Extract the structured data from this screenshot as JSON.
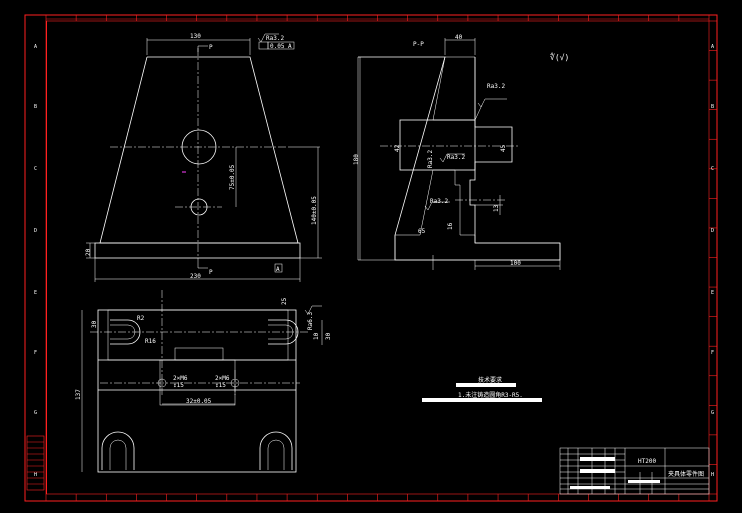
{
  "colors": {
    "background": "#000000",
    "frame": "#ff2020",
    "lines": "#ffffff"
  },
  "zones_left": [
    "A",
    "B",
    "C",
    "D",
    "E",
    "F",
    "G",
    "H"
  ],
  "zones_right": [
    "A",
    "B",
    "C",
    "D",
    "E",
    "F",
    "G",
    "H"
  ],
  "top_view": {
    "dim_top_width": "130",
    "section_mark": "P",
    "roughness": "Ra3.2",
    "tolerance": "0.05 A",
    "dim_height_offset": "75±0.05",
    "dim_total_height": "140±0.05",
    "dim_base_thickness": "20",
    "dim_base_width": "230",
    "datum_label": "A"
  },
  "section_view": {
    "title": "P-P",
    "dim_top": "40",
    "dim_height": "180",
    "roughness_1": "Ra3.2",
    "roughness_2": "Ra3.2",
    "roughness_3": "Ra3.2",
    "roughness_4": "Ra3.2",
    "dim_bore_1": "42",
    "dim_bore_2": "45",
    "dim_step": "13",
    "dim_slot": "16",
    "dim_base_small": "65",
    "dim_base": "100",
    "general_roughness": "∜(√)"
  },
  "bottom_view": {
    "dim_left_top": "30",
    "dim_radius_1": "R2",
    "dim_radius_2": "R16",
    "dim_left_height": "137",
    "dim_right_top": "25",
    "dim_right_roughness": "Ra6.3",
    "dim_right_1": "10",
    "dim_right_2": "30",
    "hole_label_1": "2×M6",
    "hole_depth_1": "↧15",
    "hole_label_2": "2×M6",
    "hole_depth_2": "↧15",
    "dim_hole_spacing": "32±0.05"
  },
  "notes": {
    "title": "技术要求",
    "line_1": "1.未注铸造圆角R3-R5."
  },
  "title_block": {
    "material": "HT200",
    "part_name": "夹具体零件图"
  }
}
